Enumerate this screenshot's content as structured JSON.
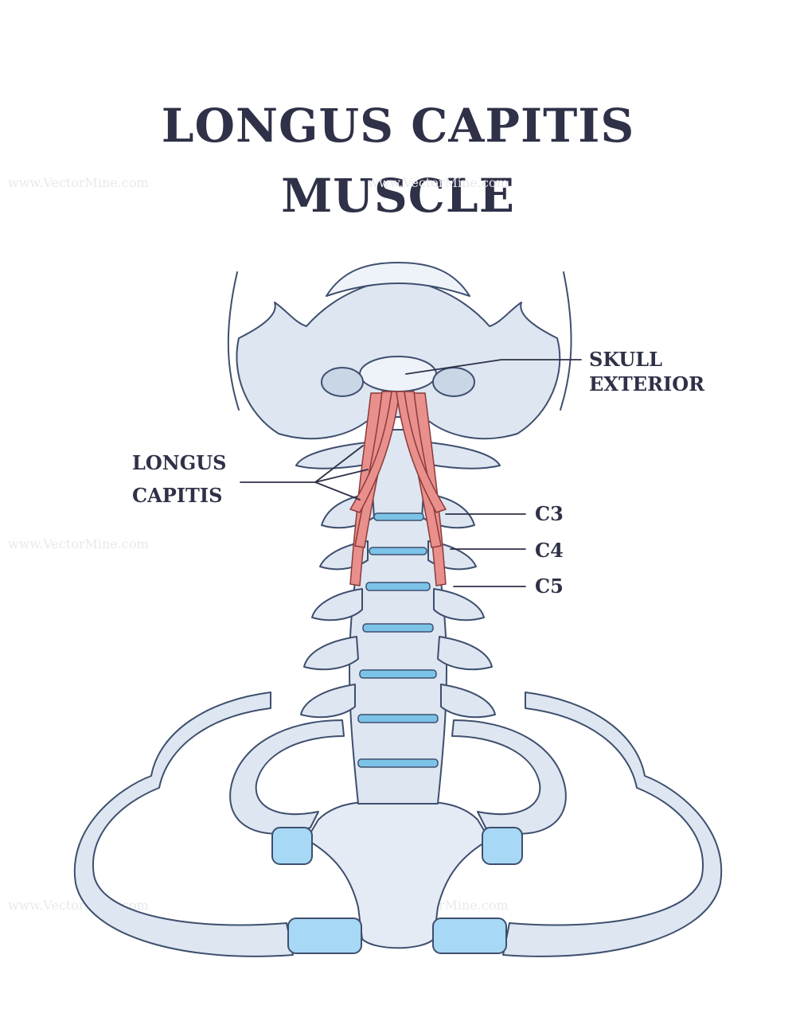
{
  "title": {
    "line1": "LONGUS CAPITIS",
    "line2": "MUSCLE"
  },
  "labels": {
    "skull_exterior": [
      "SKULL",
      "EXTERIOR"
    ],
    "longus_capitis": [
      "LONGUS",
      "CAPITIS"
    ],
    "c3": "C3",
    "c4": "C4",
    "c5": "C5"
  },
  "watermark": "www.VectorMine.com",
  "colors": {
    "title": "#2e3147",
    "bone_fill": "#dde6f1",
    "bone_light": "#eef3f9",
    "bone_outline": "#3e4f6e",
    "disc": "#7cc3e8",
    "cartilage": "#a7d8f5",
    "muscle": "#e98f8c",
    "muscle_dark": "#c8625f",
    "leader_line": "#2e3147"
  }
}
